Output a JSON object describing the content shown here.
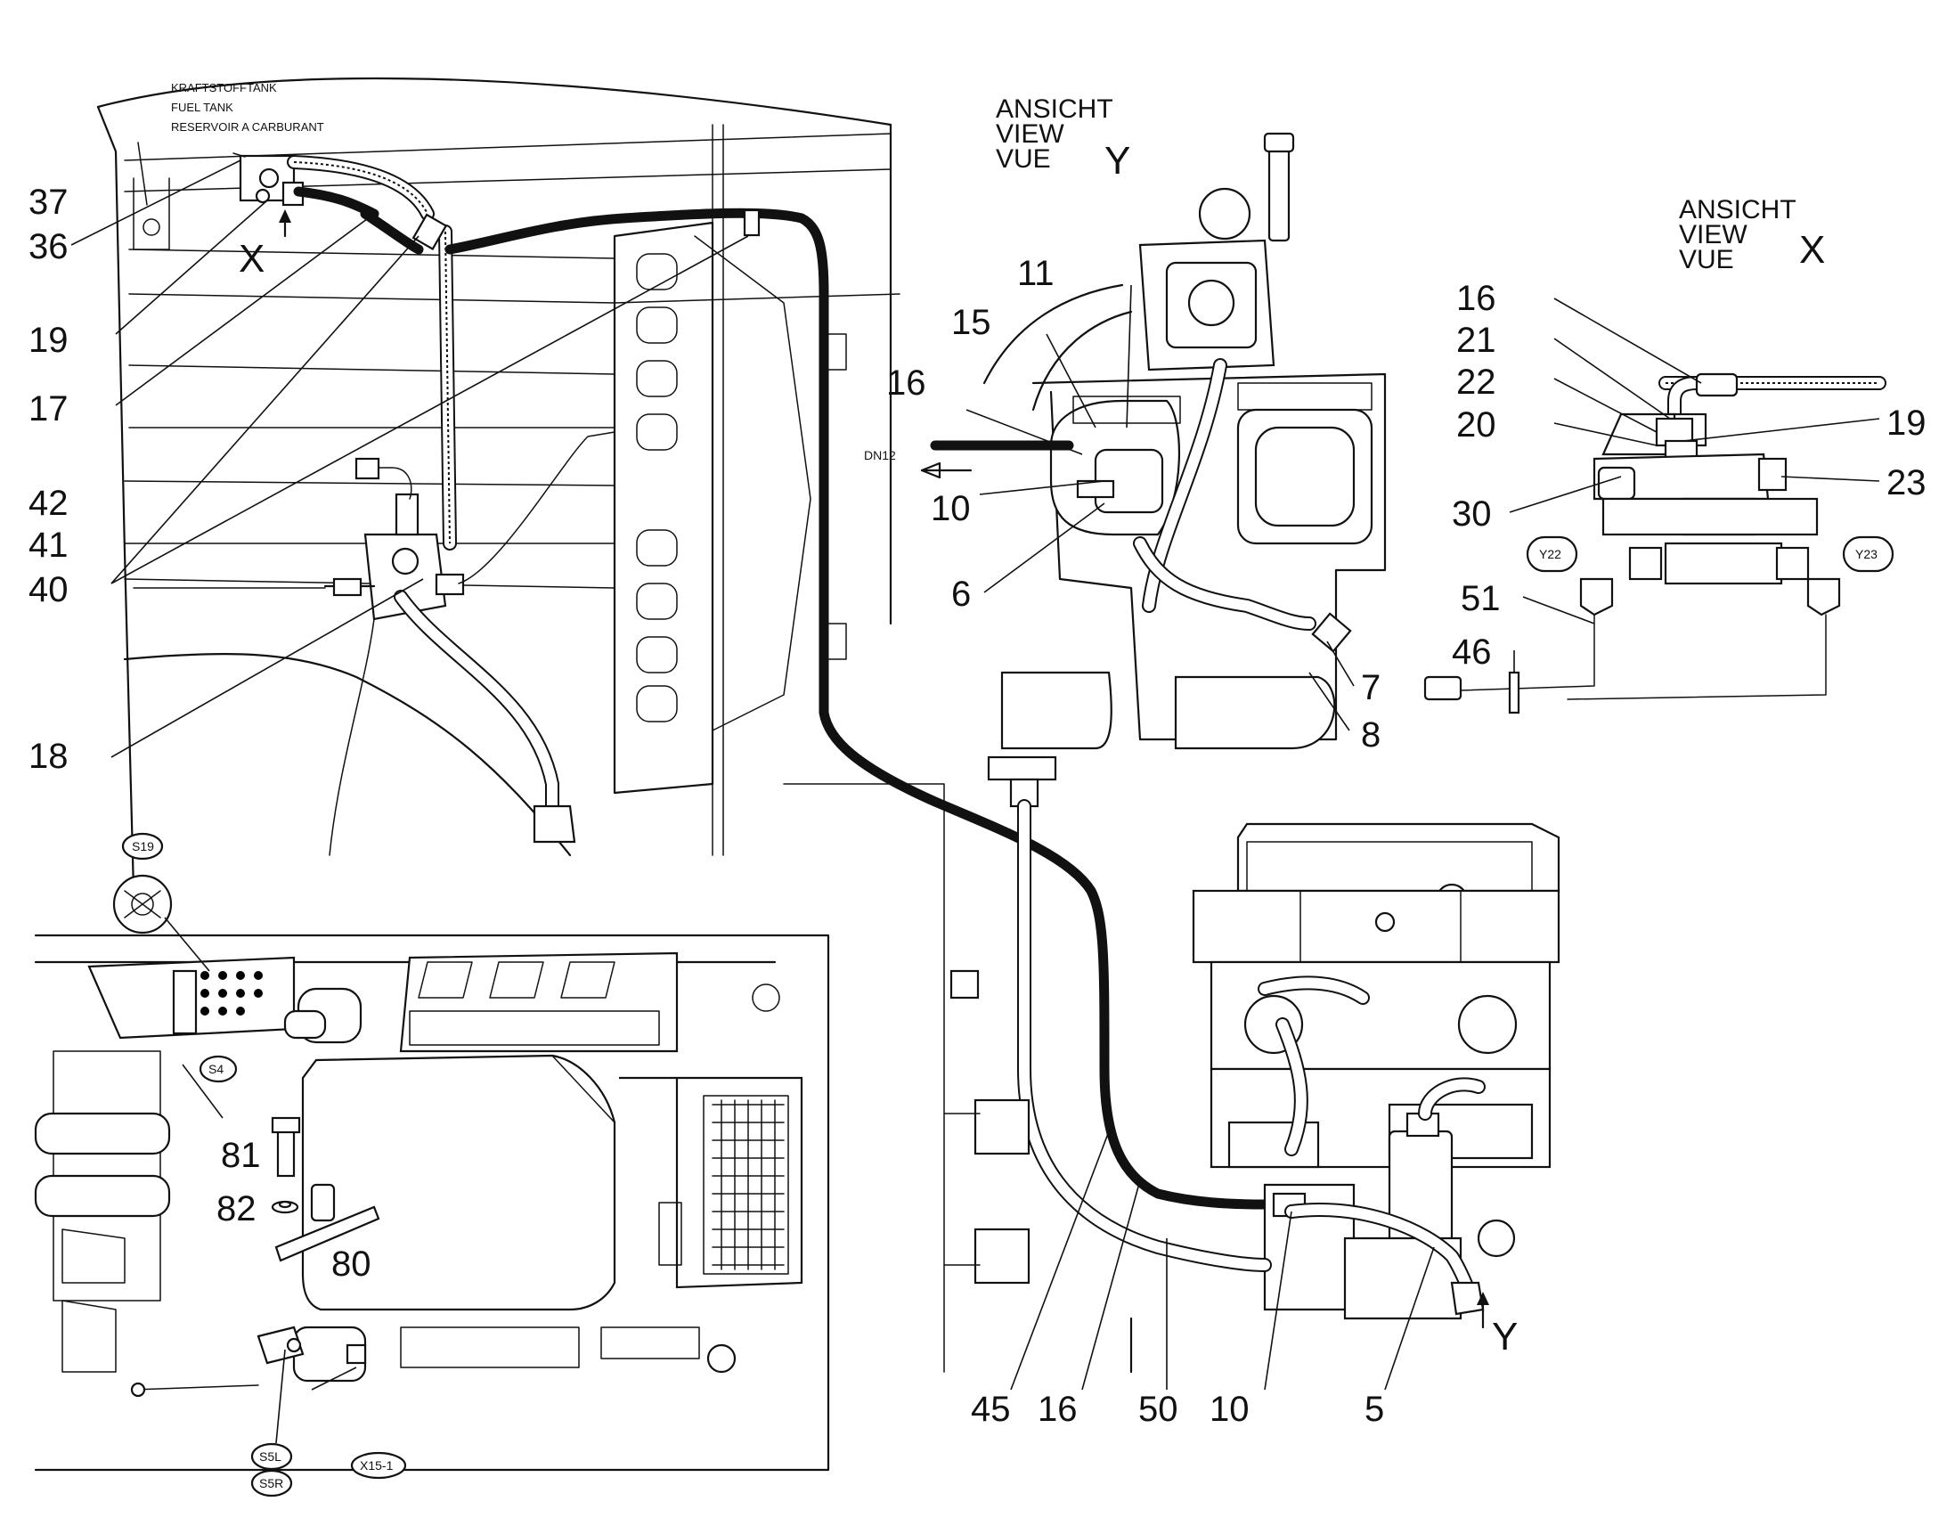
{
  "tank_labels": [
    "KRAFTSTOFFTANK",
    "FUEL TANK",
    "RESERVOIR A CARBURANT"
  ],
  "view_y": {
    "lines": [
      "ANSICHT",
      "VIEW",
      "VUE"
    ],
    "letter": "Y"
  },
  "view_x": {
    "lines": [
      "ANSICHT",
      "VIEW",
      "VUE"
    ],
    "letter": "X"
  },
  "marker_x": "X",
  "marker_y": "Y",
  "dn_label": "DN12",
  "switch_tags": [
    "S19",
    "S4",
    "S5L",
    "S5R",
    "X15-1",
    "Y22",
    "Y23"
  ],
  "left_callouts": [
    "37",
    "36",
    "19",
    "17",
    "42",
    "41",
    "40",
    "18"
  ],
  "view_y_callouts": [
    "11",
    "15",
    "16",
    "10",
    "6",
    "7",
    "8"
  ],
  "view_x_callouts": [
    "16",
    "21",
    "22",
    "20",
    "19",
    "23",
    "30",
    "51",
    "46"
  ],
  "cab_callouts": [
    "81",
    "82",
    "80"
  ],
  "bottom_callouts": [
    "45",
    "16",
    "50",
    "10",
    "5"
  ]
}
